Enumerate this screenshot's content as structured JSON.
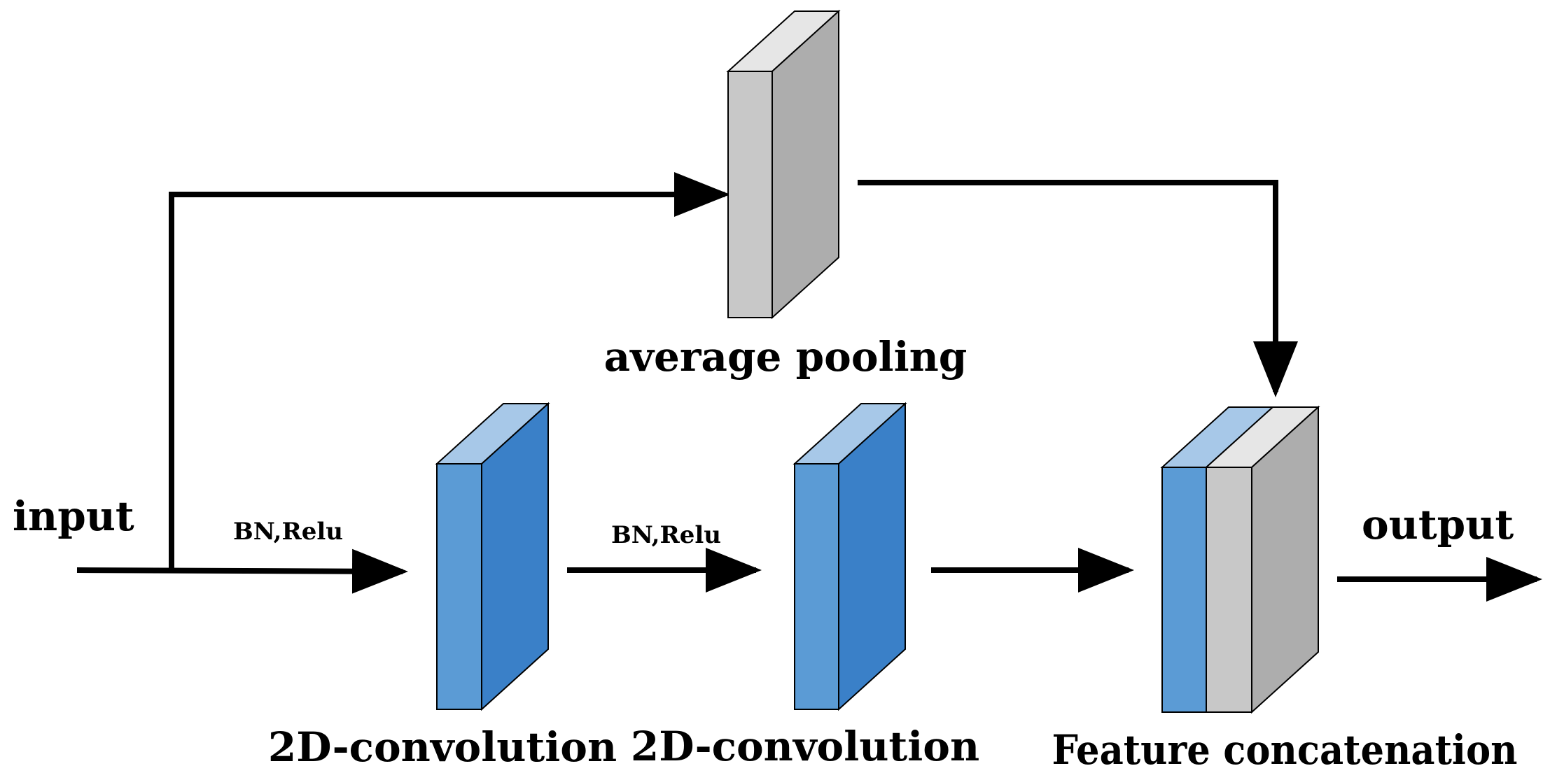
{
  "labels": {
    "input": "input",
    "output": "output",
    "average_pooling": "average pooling",
    "bn_relu_1": "BN,Relu",
    "bn_relu_2": "BN,Relu",
    "conv_1": "2D-convolution",
    "conv_2": "2D-convolution",
    "concat": "Feature concatenation"
  },
  "colors": {
    "blue_front": "#5b9bd5",
    "blue_side": "#3a80c8",
    "blue_top": "#a7c8e8",
    "gray_front": "#c8c8c8",
    "gray_side": "#adadad",
    "gray_top": "#e6e6e6",
    "stroke": "#000000"
  }
}
